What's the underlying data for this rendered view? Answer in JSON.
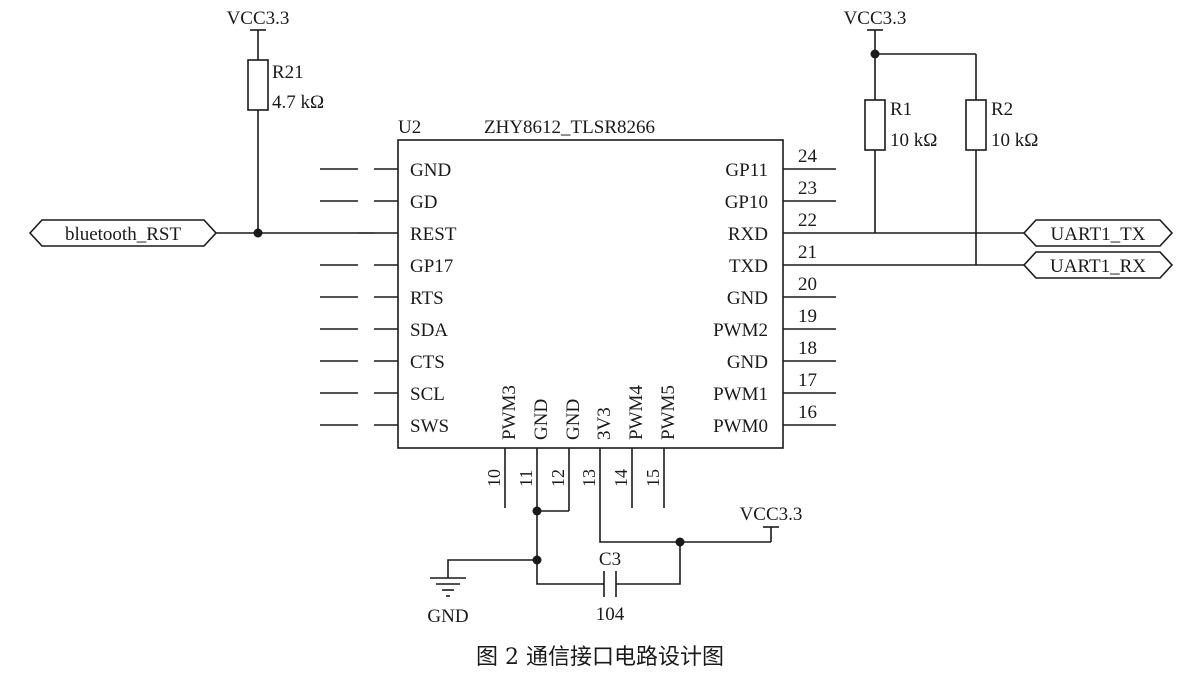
{
  "power_labels": {
    "vcc_left": "VCC3.3",
    "vcc_right": "VCC3.3",
    "vcc_bottom": "VCC3.3",
    "gnd": "GND"
  },
  "resistors": {
    "r21": {
      "ref": "R21",
      "value": "4.7 kΩ"
    },
    "r1": {
      "ref": "R1",
      "value": "10 kΩ"
    },
    "r2": {
      "ref": "R2",
      "value": "10 kΩ"
    }
  },
  "capacitor": {
    "ref": "C3",
    "value": "104"
  },
  "chip": {
    "ref": "U2",
    "part": "ZHY8612_TLSR8266",
    "left_pins": [
      "GND",
      "GD",
      "REST",
      "GP17",
      "RTS",
      "SDA",
      "CTS",
      "SCL",
      "SWS"
    ],
    "right_pins": [
      {
        "name": "GP11",
        "num": "24"
      },
      {
        "name": "GP10",
        "num": "23"
      },
      {
        "name": "RXD",
        "num": "22"
      },
      {
        "name": "TXD",
        "num": "21"
      },
      {
        "name": "GND",
        "num": "20"
      },
      {
        "name": "PWM2",
        "num": "19"
      },
      {
        "name": "GND",
        "num": "18"
      },
      {
        "name": "PWM1",
        "num": "17"
      },
      {
        "name": "PWM0",
        "num": "16"
      }
    ],
    "bottom_pins": [
      {
        "name": "PWM3",
        "num": "10"
      },
      {
        "name": "GND",
        "num": "11"
      },
      {
        "name": "GND",
        "num": "12"
      },
      {
        "name": "3V3",
        "num": "13"
      },
      {
        "name": "PWM4",
        "num": "14"
      },
      {
        "name": "PWM5",
        "num": "15"
      }
    ]
  },
  "net_labels": {
    "bluetooth_rst": "bluetooth_RST",
    "uart_tx": "UART1_TX",
    "uart_rx": "UART1_RX"
  },
  "caption": "图 2   通信接口电路设计图"
}
